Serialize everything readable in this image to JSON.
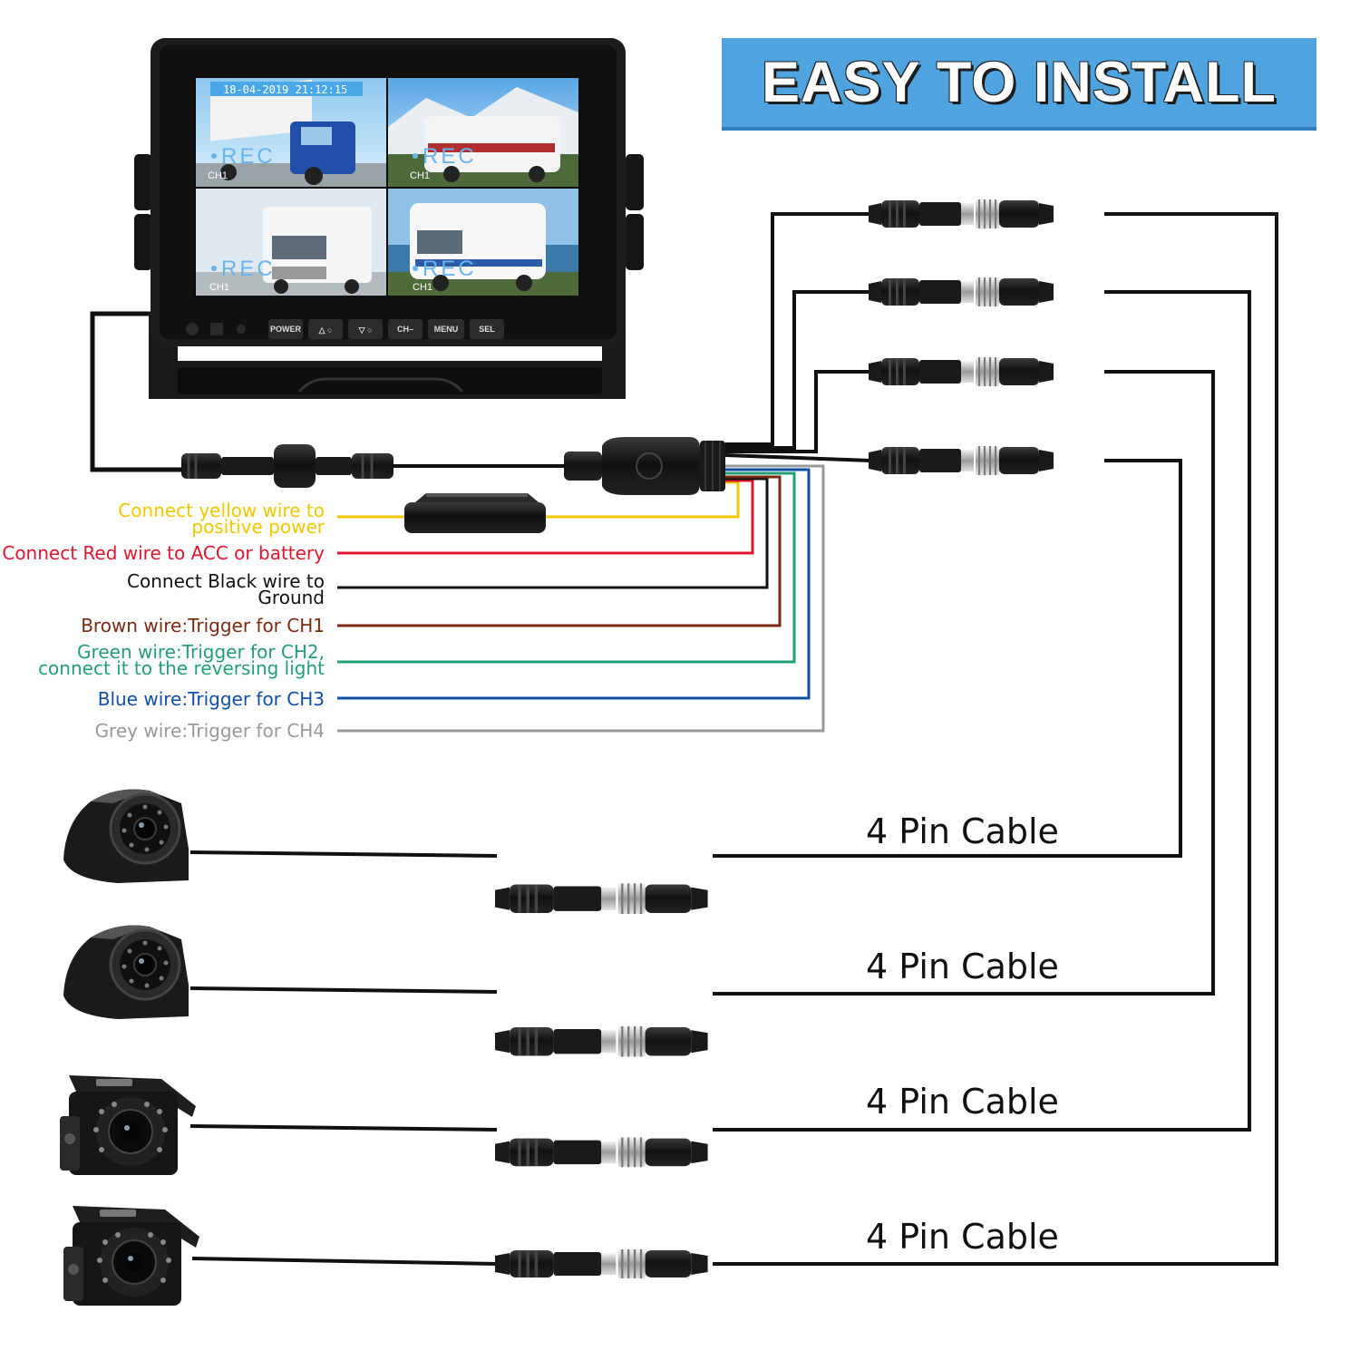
{
  "banner": {
    "title": "EASY TO INSTALL"
  },
  "monitor": {
    "timestamp": "18-04-2019  21:12:15",
    "quadrants": [
      {
        "rec": "REC",
        "channel": "CH1"
      },
      {
        "rec": "REC",
        "channel": "CH1"
      },
      {
        "rec": "REC",
        "channel": "CH1"
      },
      {
        "rec": "REC",
        "channel": "CH1"
      }
    ],
    "buttons": [
      "POWER",
      "△ ○",
      "▽ ○",
      "CH–",
      "MENU",
      "SEL"
    ]
  },
  "wire_labels": [
    {
      "lines": [
        "Connect yellow wire to",
        "positive power"
      ],
      "color": "#f0c800"
    },
    {
      "lines": [
        "Connect Red wire to ACC or battery"
      ],
      "color": "#e3142d"
    },
    {
      "lines": [
        "Connect Black wire to",
        "Ground"
      ],
      "color": "#111111"
    },
    {
      "lines": [
        "Brown wire:Trigger for CH1"
      ],
      "color": "#7a2a10"
    },
    {
      "lines": [
        "Green wire:Trigger for CH2,",
        "connect it to the reversing light"
      ],
      "color": "#22a070"
    },
    {
      "lines": [
        "Blue wire:Trigger for CH3"
      ],
      "color": "#0f4fa8"
    },
    {
      "lines": [
        "Grey wire:Trigger for CH4"
      ],
      "color": "#999999"
    }
  ],
  "cables": [
    {
      "label": "4 Pin Cable",
      "camera": "side-mount-camera"
    },
    {
      "label": "4 Pin Cable",
      "camera": "side-mount-camera"
    },
    {
      "label": "4 Pin Cable",
      "camera": "rear-view-camera"
    },
    {
      "label": "4 Pin Cable",
      "camera": "rear-view-camera"
    }
  ],
  "colors": {
    "banner": "#4fa3de",
    "cable": "#111111"
  }
}
